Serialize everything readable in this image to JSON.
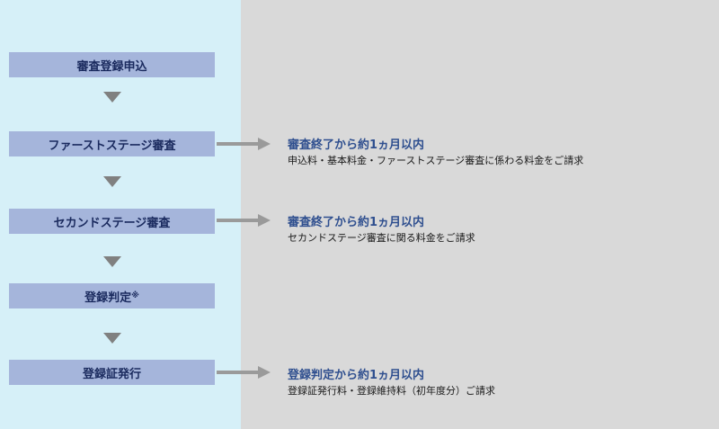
{
  "steps": [
    {
      "label": "審査登録申込",
      "note": ""
    },
    {
      "label": "ファーストステージ審査",
      "note": ""
    },
    {
      "label": "セカンドステージ審査",
      "note": ""
    },
    {
      "label": "登録判定",
      "note": "※"
    },
    {
      "label": "登録証発行",
      "note": ""
    }
  ],
  "infos": [
    {
      "title": "審査終了から約1ヵ月以内",
      "sub": "申込料・基本料金・ファーストステージ審査に係わる料金をご請求"
    },
    {
      "title": "審査終了から約1ヵ月以内",
      "sub": "セカンドステージ審査に関る料金をご請求"
    },
    {
      "title": "登録判定から約1ヵ月以内",
      "sub": "登録証発行料・登録維持料（初年度分）ご請求"
    }
  ],
  "colors": {
    "left_panel": "#d6f0f8",
    "right_panel": "#d9d9d9",
    "step_box": "#a5b5db",
    "step_text": "#1a2a5e",
    "arrow": "#9a9a9a",
    "info_title": "#2f4f8f"
  }
}
